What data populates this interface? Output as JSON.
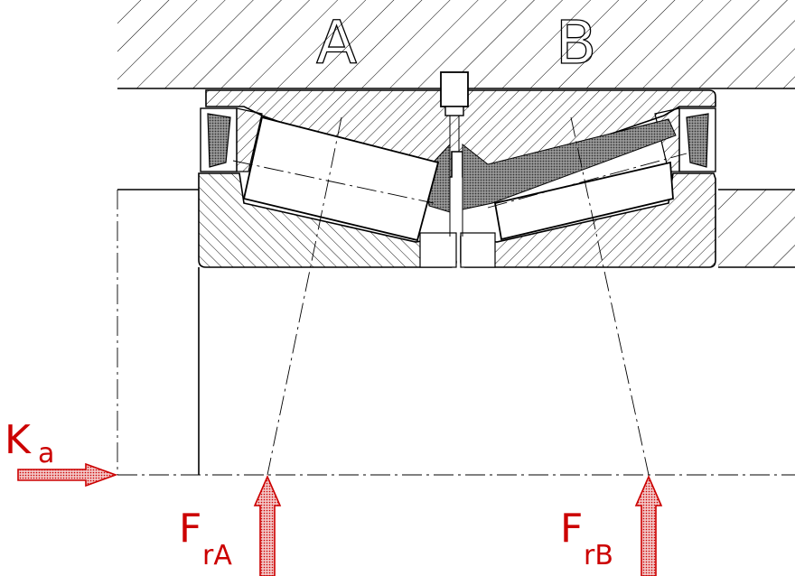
{
  "labels": {
    "row_a": "A",
    "row_b": "B",
    "axial_force": "K",
    "axial_force_sub": "a",
    "radial_force_a": "F",
    "radial_force_a_sub": "rA",
    "radial_force_b": "F",
    "radial_force_b_sub": "rB"
  },
  "colors": {
    "line": "#000000",
    "force": "#cc0000",
    "force_fill": "#e8a0a0",
    "spacer_fill": "#555555"
  }
}
